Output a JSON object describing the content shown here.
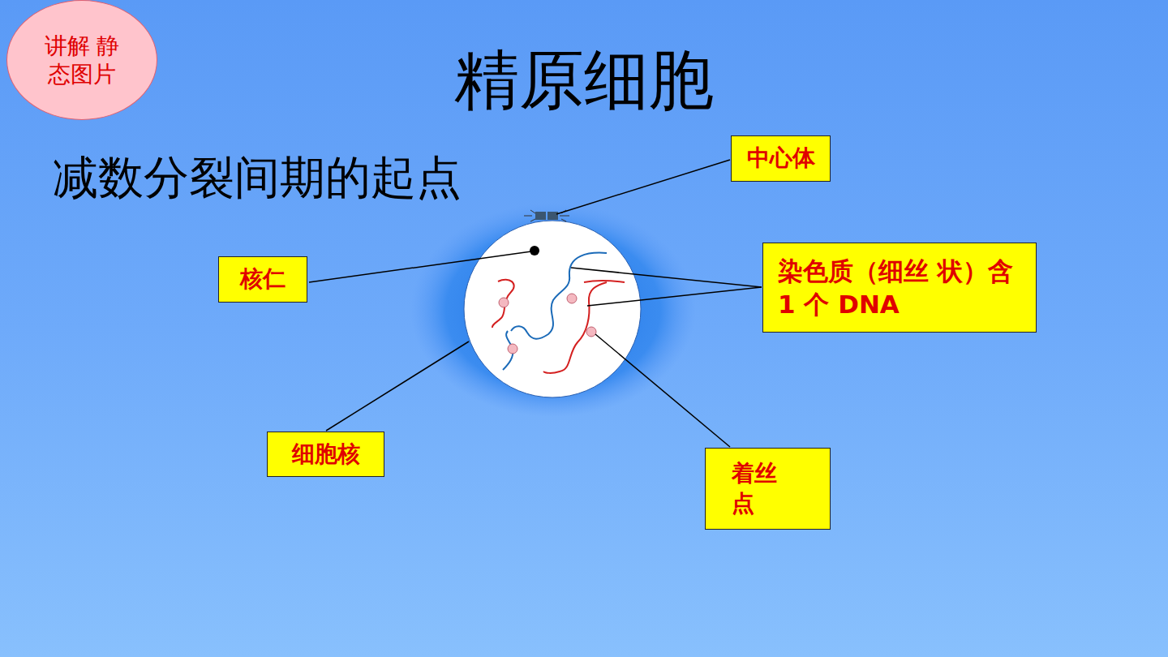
{
  "diagram": {
    "title": "精原细胞",
    "nodes": [
      {
        "text": [
          "讲解 静态图片"
        ]
      },
      {
        "text": [
          "中心体"
        ]
      },
      {
        "text": [
          "核仁"
        ]
      },
      {
        "text": [
          "染色质（细丝 状）含 1 个 DNA"
        ]
      },
      {
        "text": [
          "细胞核"
        ]
      },
      {
        "text": [
          "着丝 点"
        ]
      }
    ],
    "labels": [
      "减数分裂间期的起点"
    ]
  }
}
